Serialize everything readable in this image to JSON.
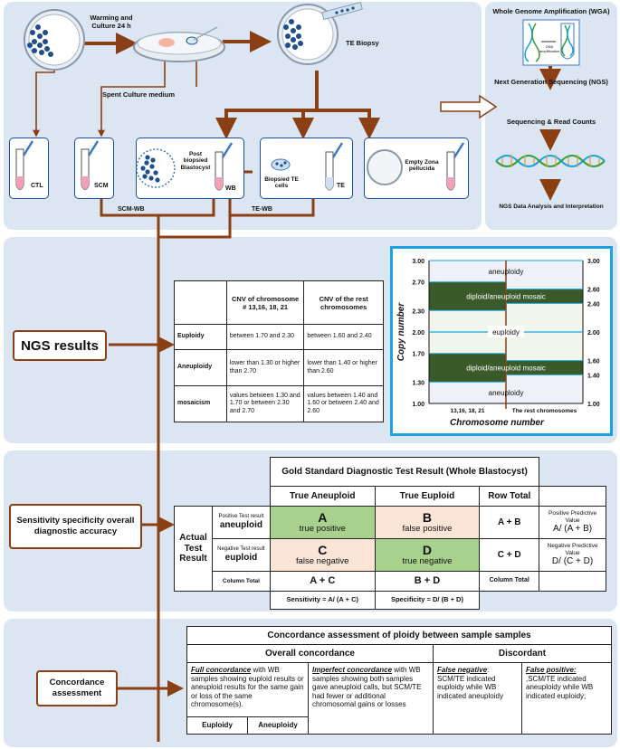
{
  "workflow": {
    "warming_label": "Warming and Culture 24 h",
    "te_biopsy_label": "TE Biopsy",
    "spent_medium_label": "Spent Culture medium",
    "ctl_label": "CTL",
    "scm_label": "SCM",
    "post_biopsied_label": "Post biopsied Blastocyst",
    "wb_label": "WB",
    "biopsied_te_label": "Biopsied TE cells",
    "te_label": "TE",
    "empty_zona_label": "Empty Zona pellucida",
    "scm_wb_label": "SCM-WB",
    "te_wb_label": "TE-WB"
  },
  "wga": {
    "title": "Whole Genome Amplification (WGA)",
    "dna_amp_label": "DNA amplification",
    "ngs_label": "Next Generation Sequencing (NGS)",
    "seq_label": "Sequencing & Read Counts",
    "analysis_label": "NGS Data Analysis and Interpretation"
  },
  "ngs": {
    "box_label": "NGS results",
    "table": {
      "header_col1": "CNV of chromosome # 13,16, 18, 21",
      "header_col2": "CNV of the rest chromosomes",
      "rows": [
        {
          "label": "Euploidy",
          "c1": "between 1.70 and 2.30",
          "c2": "between 1.60 and 2.40"
        },
        {
          "label": "Aneuploidy",
          "c1": "lower than 1.30 or higher than 2.70",
          "c2": "lower than 1.40 or higher than 2.60"
        },
        {
          "label": "mosaicism",
          "c1": "values between 1.30 and 1.70 or between 2.30 and 2.70",
          "c2": "values between 1.40 and 1.60 or between 2.40 and 2.60"
        }
      ]
    }
  },
  "chart_data": {
    "type": "diagram-bands",
    "ylabel": "Copy number",
    "xlabel": "Chromosome number",
    "x_categories": [
      "13,16, 18, 21",
      "The rest chromosomes"
    ],
    "ylim": [
      1.0,
      3.0
    ],
    "left_ticks": [
      "3.00",
      "2.70",
      "2.30",
      "2.00",
      "1.70",
      "1.30",
      "1.00"
    ],
    "right_ticks": [
      "3.00",
      "2.60",
      "2.40",
      "2.00",
      "1.60",
      "1.40",
      "1.00"
    ],
    "labels": {
      "aneuploid_top": "aneuploidy",
      "mosaic_top": "diploid/aneuploid mosaic",
      "euploid": "euploidy",
      "mosaic_bottom": "diploid/aneuploid mosaic",
      "aneuploid_bottom": "aneuploidy"
    },
    "left_thresholds": [
      2.7,
      2.3,
      1.7,
      1.3
    ],
    "right_thresholds": [
      2.6,
      2.4,
      1.6,
      1.4
    ]
  },
  "diag": {
    "box_label": "Sensitivity specificity overall diagnostic accuracy",
    "gold_title": "Gold Standard Diagnostic Test Result (Whole Blastocyst)",
    "true_aneuploid": "True Aneuploid",
    "true_euploid": "True Euploid",
    "row_total": "Row Total",
    "actual_test_result": "Actual Test Result",
    "pos_small": "Positive Test result",
    "pos_big": "aneuploid",
    "neg_small": "Negative Test result",
    "neg_big": "euploid",
    "a_letter": "A",
    "a_text": "true positive",
    "b_letter": "B",
    "b_text": "false positive",
    "c_letter": "C",
    "c_text": "false negative",
    "d_letter": "D",
    "d_text": "true negative",
    "apb": "A + B",
    "cpd": "C + D",
    "ppv_label": "Positive Predictive Value",
    "ppv_formula": "A/ (A + B)",
    "npv_label": "Negative Predictive Value",
    "npv_formula": "D/ (C + D)",
    "column_total": "Column Total",
    "apc": "A + C",
    "bpd": "B + D",
    "column_total2": "Column Total",
    "sensitivity": "Sensitivity = A/ (A + C)",
    "specificity": "Specificity = D/ (B + D)"
  },
  "conc": {
    "box_label": "Concordance assessment",
    "title": "Concordance assessment of ploidy between sample samples",
    "overall": "Overall concordance",
    "discordant": "Discordant",
    "full_title": "Full concordance",
    "full_text": "with WB samples showing euploid results or aneuploid results for the same gain or loss of the same chromosome(s).",
    "imperfect_title": "Imperfect concordance",
    "imperfect_text": "with WB samples showing both samples gave aneuploid calls, but SCM/TE had fewer or additional chromosomal gains or losses",
    "fn_title": "False negative",
    "fn_text": "SCM/TE indicated euploidy while WB indicated aneuploidy",
    "fp_title": "False positive:",
    "fp_text": ",SCM/TE indicated aneuploidy while WB indicated euploidy;",
    "euploidy": "Euploidy",
    "aneuploidy": "Aneuploidy"
  },
  "colors": {
    "brown": "#8b3f14",
    "panel": "#dbe6f2",
    "green_band": "#3a5a2a",
    "cyan_border": "#1aa3e0"
  }
}
